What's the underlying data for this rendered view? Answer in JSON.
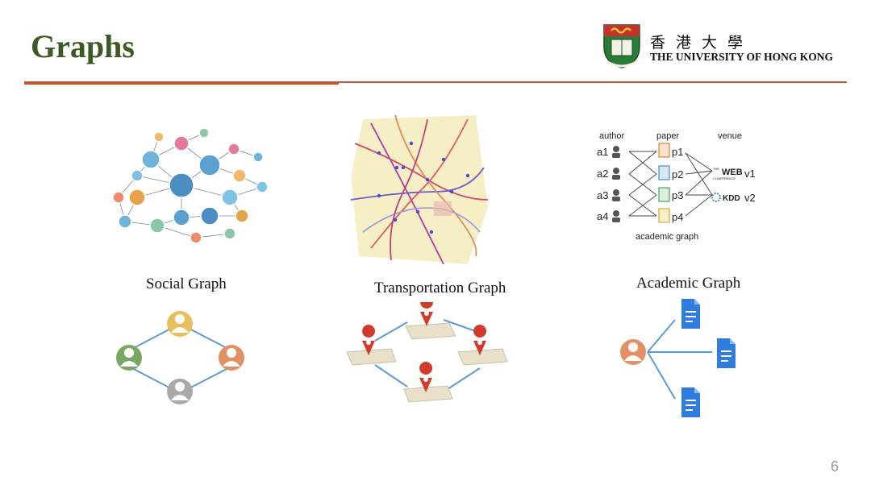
{
  "slide": {
    "title": "Graphs",
    "page_number": "6",
    "accent_color": "#c8502a",
    "title_color": "#3d5a24"
  },
  "logo": {
    "chinese": "香港大學",
    "english": "THE UNIVERSITY OF HONG KONG"
  },
  "panels": {
    "social": {
      "caption": "Social Graph"
    },
    "transportation": {
      "caption": "Transportation Graph"
    },
    "academic": {
      "caption": "Academic Graph",
      "columns": {
        "author": "author",
        "paper": "paper",
        "venue": "venue"
      },
      "authors": [
        "a1",
        "a2",
        "a3",
        "a4"
      ],
      "papers": [
        "p1",
        "p2",
        "p3",
        "p4"
      ],
      "venues": [
        {
          "logo": "THE WEB CONFERENCE",
          "logo_main": "WEB",
          "logo_top": "THE",
          "logo_bottom": "CONFERENCE",
          "label": "v1"
        },
        {
          "logo": "KDD",
          "label": "v2"
        }
      ],
      "footer": "academic graph"
    }
  },
  "icons": {
    "person": "person-icon",
    "map_pin": "map-pin-icon",
    "document": "document-icon"
  }
}
